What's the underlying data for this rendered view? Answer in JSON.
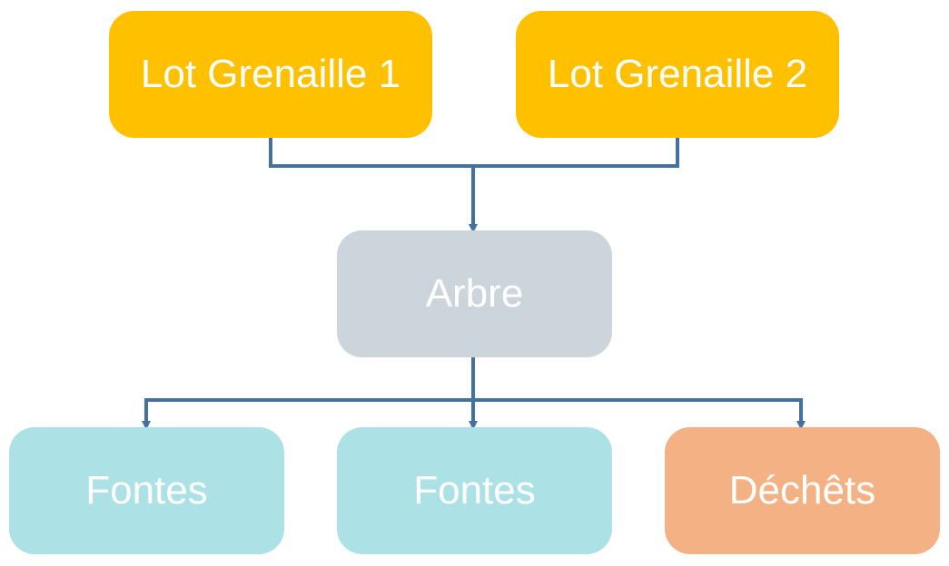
{
  "diagram": {
    "colors": {
      "source": "#FFC000",
      "process": "#CCD4DC",
      "product": "#ACE1E6",
      "waste": "#F4B183",
      "connector": "#44719E",
      "text": "#FFFFFF"
    },
    "nodes": {
      "lot1": "Lot Grenaille 1",
      "lot2": "Lot Grenaille 2",
      "arbre": "Arbre",
      "fontes1": "Fontes",
      "fontes2": "Fontes",
      "dechets": "Déchêts"
    },
    "edges": [
      {
        "from": "lot1",
        "to": "arbre"
      },
      {
        "from": "lot2",
        "to": "arbre"
      },
      {
        "from": "arbre",
        "to": "fontes1"
      },
      {
        "from": "arbre",
        "to": "fontes2"
      },
      {
        "from": "arbre",
        "to": "dechets"
      }
    ]
  }
}
